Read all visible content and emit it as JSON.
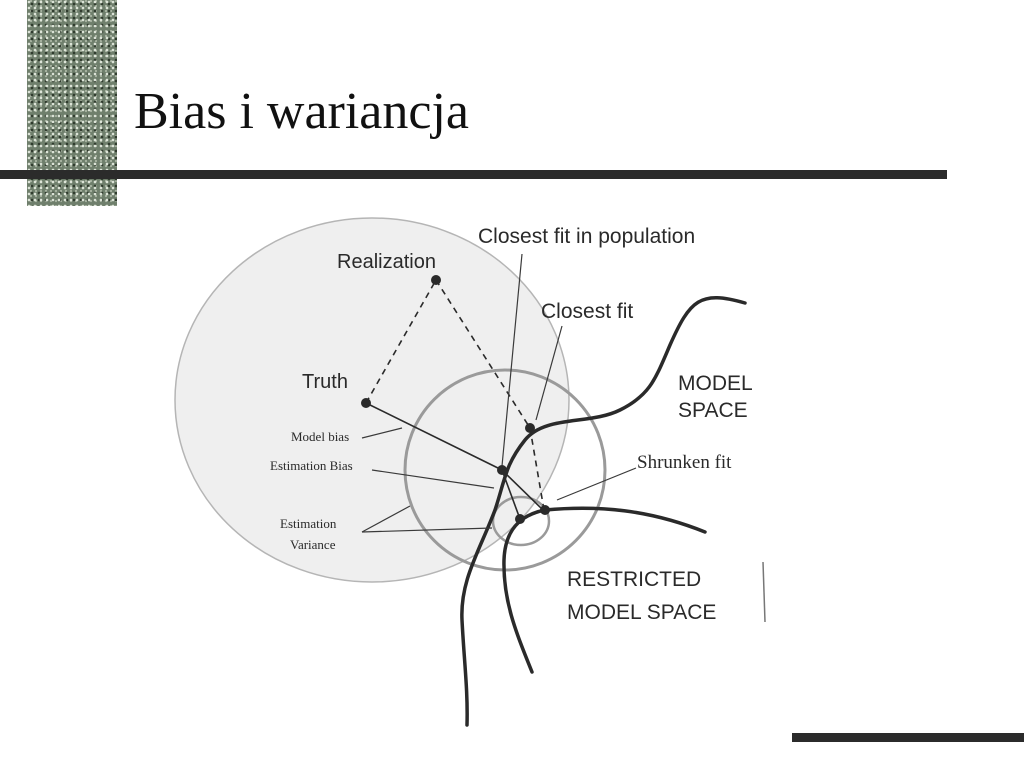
{
  "slide": {
    "title": "Bias i wariancja"
  },
  "diagram": {
    "labels": {
      "closest_fit_in_population": "Closest fit in population",
      "realization": "Realization",
      "closest_fit": "Closest fit",
      "truth": "Truth",
      "model_space_line1": "MODEL",
      "model_space_line2": "SPACE",
      "model_bias": "Model bias",
      "estimation_bias": "Estimation Bias",
      "shrunken_fit": "Shrunken fit",
      "estimation_variance_line1": "Estimation",
      "estimation_variance_line2": "Variance",
      "restricted_line1": "RESTRICTED",
      "restricted_line2": "MODEL SPACE"
    }
  },
  "colors": {
    "ink": "#2a2a2a",
    "rule": "#2b2b2b",
    "big_circle_fill": "#efefef",
    "deco_block": "#6f7f6c"
  }
}
